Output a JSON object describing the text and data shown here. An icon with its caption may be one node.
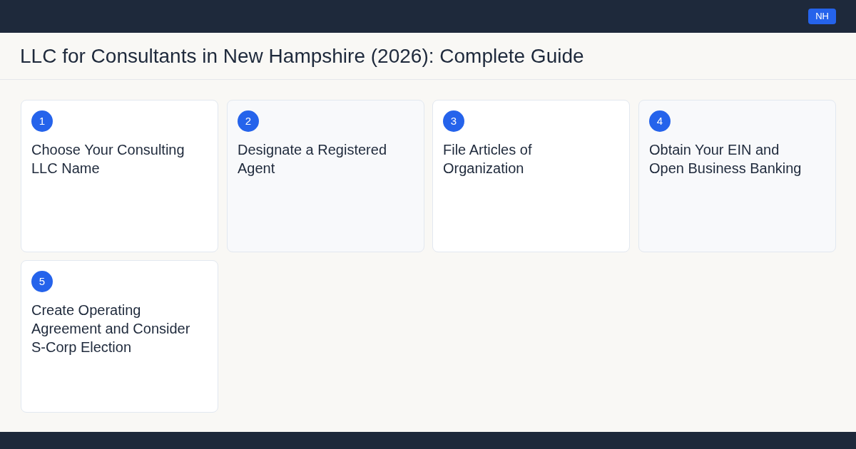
{
  "diagram": {
    "title": "LLC for Consultants in New Hampshire (2026): Complete Guide",
    "nodes": [
      {
        "text": [
          "1",
          "Choose Your Consulting LLC Name"
        ]
      },
      {
        "text": [
          "2",
          "Designate a Registered Agent"
        ]
      },
      {
        "text": [
          "3",
          "File Articles of Organization"
        ]
      },
      {
        "text": [
          "4",
          "Obtain Your EIN and Open Business Banking"
        ]
      },
      {
        "text": [
          "5",
          "Create Operating Agreement and Consider S-Corp Election"
        ]
      }
    ],
    "labels": [
      "NH"
    ]
  }
}
